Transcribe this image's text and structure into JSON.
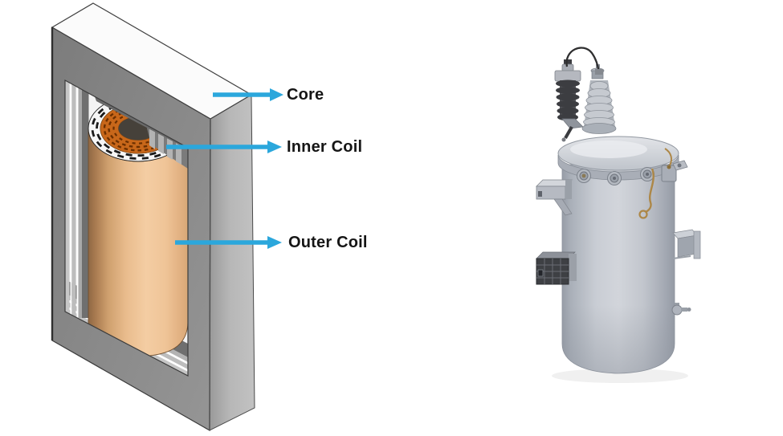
{
  "figure": {
    "background": "#ffffff",
    "arrow_color": "#2ba7dc",
    "text_color": "#151515",
    "annotations": [
      {
        "id": "core",
        "label": "Core"
      },
      {
        "id": "inner_coil",
        "label": "Inner Coil"
      },
      {
        "id": "outer_coil",
        "label": "Outer Coil"
      }
    ],
    "colors": {
      "core_front_gray": "#8a8a8a",
      "core_side_gray": "#b2b2b2",
      "core_top_white": "#fbfbfb",
      "lamination_light": "#c7c7c7",
      "outer_coil_tan": "#f2c79c",
      "outer_coil_shadow": "#8f6844",
      "inner_coil_copper": "#c8671a",
      "winding_wrap_white": "#f6f6f6",
      "winding_dash_dark": "#6b2f00",
      "tank_gray": "#c9cdd4",
      "tank_edge_gray": "#979da7",
      "lid_gray": "#d8dbe0",
      "arrester_dark": "#47484d",
      "bushing_gray": "#c6cad0",
      "jumper_wire_black": "#2f2f30",
      "ground_strap_copper": "#ad8747"
    }
  }
}
